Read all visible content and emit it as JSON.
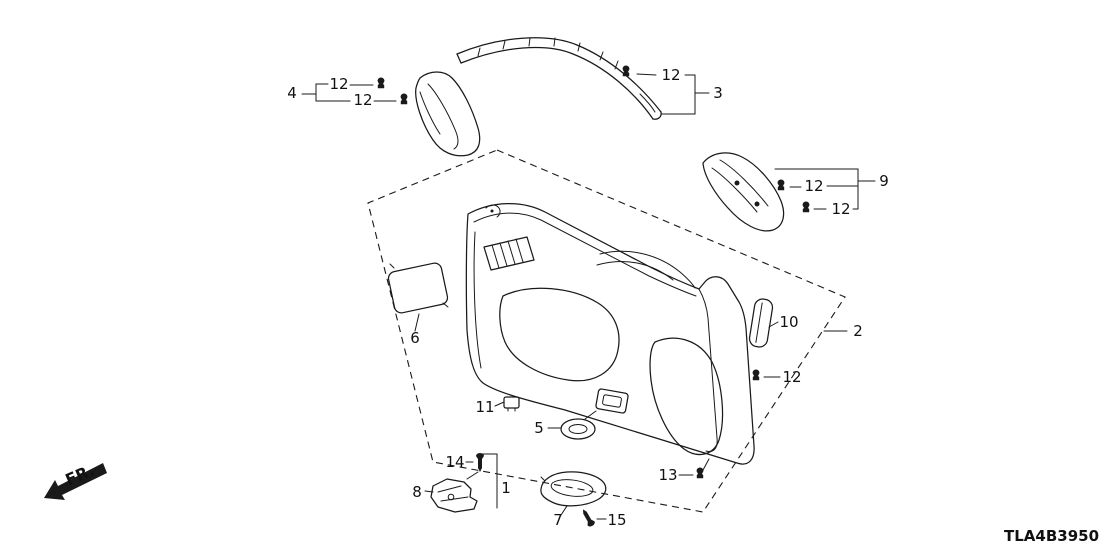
{
  "diagram": {
    "drawing_code": "TLA4B3950",
    "direction_indicator": "FR.",
    "labels": {
      "n1": "1",
      "n2": "2",
      "n3": "3",
      "n4": "4",
      "n5": "5",
      "n6": "6",
      "n7": "7",
      "n8": "8",
      "n9": "9",
      "n10": "10",
      "n11": "11",
      "n12": "12",
      "n13": "13",
      "n14": "14",
      "n15": "15"
    }
  }
}
